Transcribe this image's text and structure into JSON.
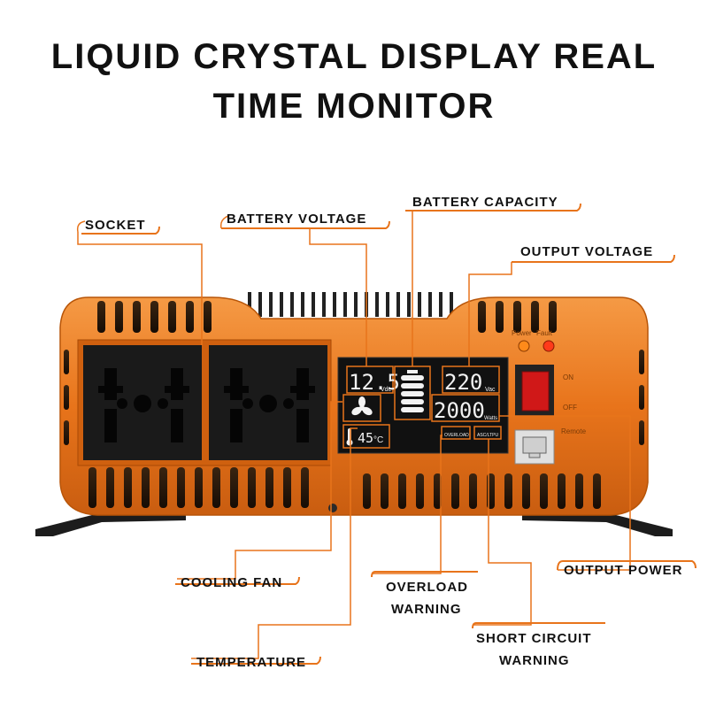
{
  "title": {
    "line1": "LIQUID CRYSTAL DISPLAY REAL",
    "line2": "TIME MONITOR"
  },
  "callouts": {
    "socket": "SOCKET",
    "battery_voltage": "BATTERY VOLTAGE",
    "battery_capacity": "BATTERY CAPACITY",
    "output_voltage": "OUTPUT VOLTAGE",
    "output_power": "OUTPUT POWER",
    "cooling_fan": "COOLING FAN",
    "overload_warning_1": "OVERLOAD",
    "overload_warning_2": "WARNING",
    "short_circuit_1": "SHORT CIRCUIT",
    "short_circuit_2": "WARNING",
    "temperature": "TEMPERATURE"
  },
  "lcd": {
    "battery_voltage_value": "12.5",
    "battery_voltage_unit": "Vdc",
    "output_voltage_value": "220",
    "output_voltage_unit": "Vac",
    "output_power_value": "2000",
    "output_power_unit": "Watts",
    "temperature_value": "45",
    "temperature_unit": "°C",
    "overload_label": "OVERLOAD",
    "short_circuit_label": "ASC/LTPU"
  },
  "panel": {
    "power_led_label": "Power",
    "fault_led_label": "Fault",
    "switch_on_label": "ON",
    "switch_off_label": "OFF",
    "remote_label": "Remote"
  },
  "colors": {
    "body_orange": "#e8741b",
    "callout_line": "#e8741b",
    "socket_black": "#1a1a1a",
    "lcd_background": "#111111",
    "lcd_segment": "#f2f2f2",
    "power_led": "#ff8a1a",
    "fault_led": "#ff3a1a",
    "switch_red": "#d01818"
  },
  "icons": [
    "fan-icon",
    "thermometer-icon",
    "battery-icon",
    "universal-socket-icon",
    "rj45-port-icon"
  ]
}
